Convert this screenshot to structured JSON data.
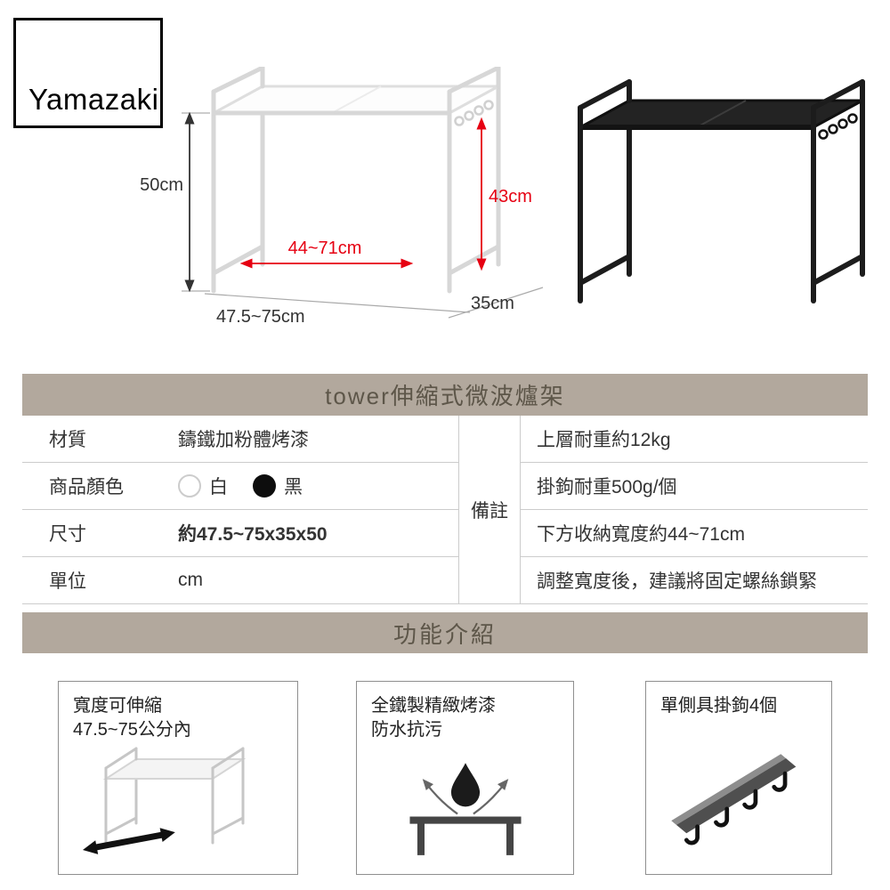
{
  "brand": {
    "logo_text": "Yamazaki"
  },
  "diagram": {
    "dimensions": {
      "outer_height": "50cm",
      "inner_height": "43cm",
      "inner_width": "44~71cm",
      "outer_width": "47.5~75cm",
      "depth": "35cm"
    }
  },
  "spec_table": {
    "title": "tower伸縮式微波爐架",
    "rows": [
      {
        "label": "材質",
        "value": "鑄鐵加粉體烤漆"
      },
      {
        "label": "商品顏色",
        "options": [
          {
            "name": "白",
            "hex": "#ffffff"
          },
          {
            "name": "黑",
            "hex": "#000000"
          }
        ]
      },
      {
        "label": "尺寸",
        "value": "約47.5~75x35x50"
      },
      {
        "label": "單位",
        "value": "cm"
      }
    ],
    "note_label": "備註",
    "notes": [
      "上層耐重約12kg",
      "掛鉤耐重500g/個",
      "下方收納寬度約44~71cm",
      "調整寬度後，建議將固定螺絲鎖緊"
    ]
  },
  "features_section": {
    "title": "功能介紹",
    "features": [
      {
        "lines": [
          "寬度可伸縮",
          "47.5~75公分內"
        ]
      },
      {
        "lines": [
          "全鐵製精緻烤漆",
          "防水抗污"
        ]
      },
      {
        "lines": [
          "單側具掛鉤4個"
        ]
      }
    ]
  },
  "colors": {
    "band_bg": "#b2a89d",
    "band_text": "#5d5649",
    "dimension_red": "#e60012",
    "table_border": "#cccccc"
  }
}
